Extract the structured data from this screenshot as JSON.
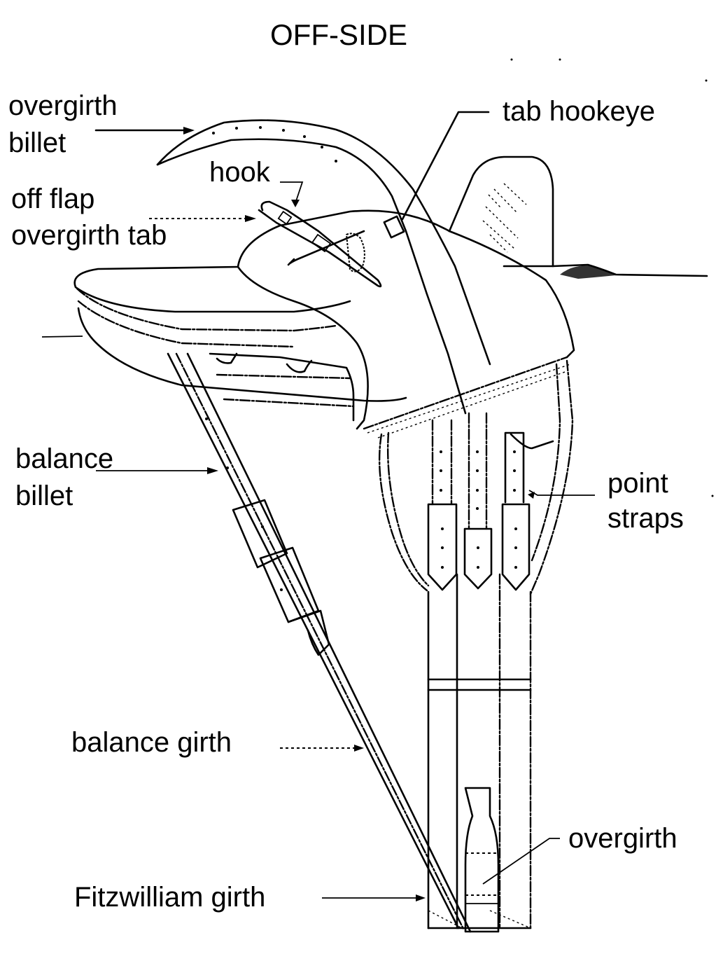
{
  "title": "OFF-SIDE",
  "labels": {
    "overgirth_billet": [
      "overgirth",
      "billet"
    ],
    "tab_hookeye": "tab hookeye",
    "hook": "hook",
    "off_flap_overgirth_tab": [
      "off flap",
      "overgirth tab"
    ],
    "balance_billet": [
      "balance",
      "billet"
    ],
    "point_straps": [
      "point",
      "straps"
    ],
    "balance_girth": "balance girth",
    "overgirth": "overgirth",
    "fitzwilliam_girth": "Fitzwilliam girth"
  },
  "colors": {
    "ink": "#000000",
    "background": "#ffffff"
  }
}
